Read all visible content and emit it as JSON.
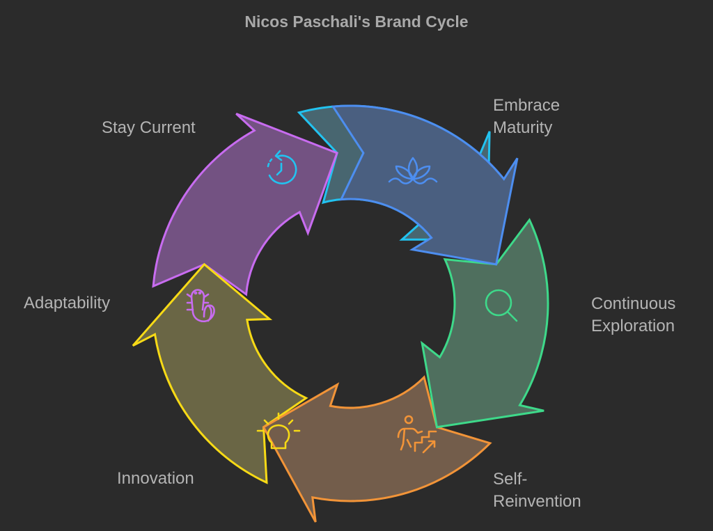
{
  "title": "Nicos Paschali's Brand Cycle",
  "stages": [
    {
      "label_line1": "Embrace",
      "label_line2": "Maturity",
      "icon": "lotus-icon",
      "stroke": "#4d8ef0",
      "fill": "#4a5f80"
    },
    {
      "label_line1": "Continuous",
      "label_line2": "Exploration",
      "icon": "magnifier-icon",
      "stroke": "#3ed98a",
      "fill": "#4f6f5e"
    },
    {
      "label_line1": "Self-",
      "label_line2": "Reinvention",
      "icon": "stairs-climber-icon",
      "stroke": "#f29438",
      "fill": "#735d4b"
    },
    {
      "label_line1": "Innovation",
      "label_line2": "",
      "icon": "lightbulb-icon",
      "stroke": "#f7da16",
      "fill": "#6a6645"
    },
    {
      "label_line1": "Adaptability",
      "label_line2": "",
      "icon": "salamander-icon",
      "stroke": "#c86cf0",
      "fill": "#735282"
    },
    {
      "label_line1": "Stay Current",
      "label_line2": "",
      "icon": "clock-refresh-icon",
      "stroke": "#22c3f0",
      "fill": "#486670"
    }
  ]
}
